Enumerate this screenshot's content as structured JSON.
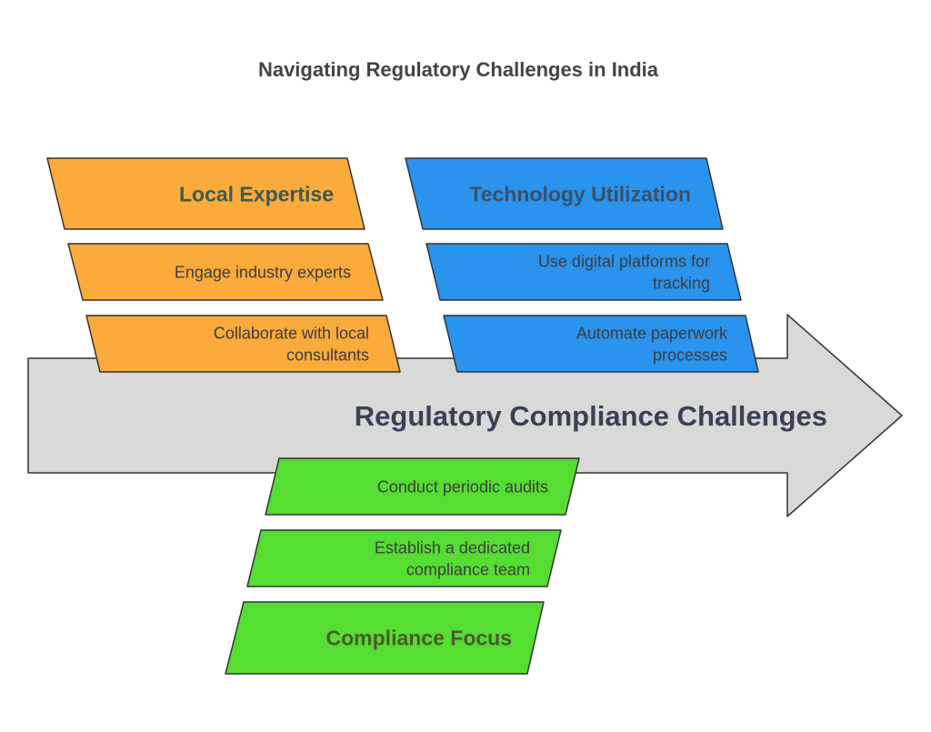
{
  "title": "Navigating Regulatory Challenges in India",
  "spine": {
    "label": "Regulatory Compliance Challenges",
    "fill": "#d9d9d9",
    "text_color": "#3a4154"
  },
  "categories": {
    "local": {
      "header": "Local Expertise",
      "fill": "#fbab3b",
      "header_color": "#3f5a4e",
      "items": [
        [
          "Engage industry experts"
        ],
        [
          "Collaborate with local",
          "consultants"
        ]
      ]
    },
    "tech": {
      "header": "Technology Utilization",
      "fill": "#2a93ee",
      "header_color": "#39506a",
      "items": [
        [
          "Use digital platforms for",
          "tracking"
        ],
        [
          "Automate paperwork",
          "processes"
        ]
      ]
    },
    "compliance": {
      "header": "Compliance Focus",
      "fill": "#55dd32",
      "header_color": "#4a5a2a",
      "items": [
        [
          "Conduct periodic audits"
        ],
        [
          "Establish a dedicated",
          "compliance team"
        ]
      ]
    }
  },
  "item_text_color": "#3d3d3d",
  "outline_color": "#333333"
}
